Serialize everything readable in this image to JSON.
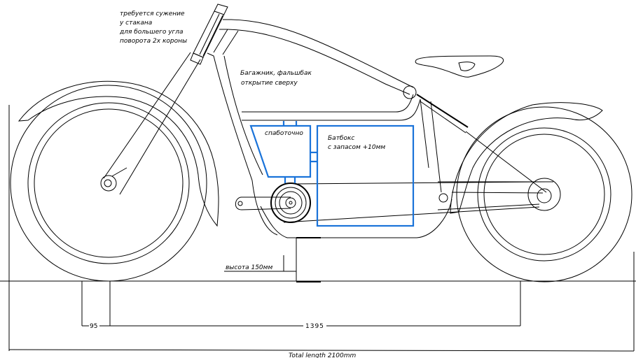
{
  "title": "Electric chopper bicycle side-view sketch",
  "colors": {
    "line": "#000000",
    "battery_outline": "#1a73d9",
    "background": "#ffffff"
  },
  "annotations": {
    "headtube_note": [
      "требуется сужение",
      "у стакана",
      "для большего угла",
      "поворота 2х короны"
    ],
    "tank_note": [
      "Багажник, фальшбак",
      "открытие сверху"
    ],
    "controller_label": "спаботочно",
    "battery_label": [
      "Батбокс",
      "с запасом +10мм"
    ],
    "ground_clearance": "высота 150мм"
  },
  "dimensions": {
    "front_offset": "95",
    "wheelbase": "1395",
    "total_length": "Total length 2100mm"
  },
  "components": [
    "front-wheel",
    "rear-wheel",
    "front-fender",
    "rear-fender",
    "fork",
    "head-tube",
    "frame-top-tube",
    "frame-down-tube",
    "seat",
    "rear-shock-spring",
    "hub-motor",
    "battery-box",
    "controller-box",
    "swingarm",
    "kickstand-block"
  ]
}
